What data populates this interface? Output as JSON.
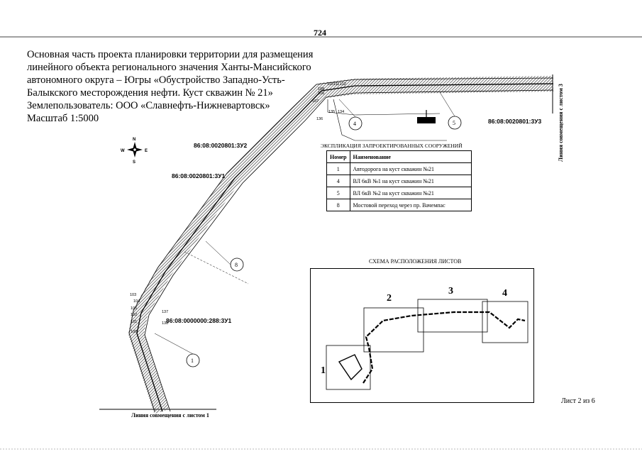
{
  "page_number": "724",
  "title_lines": [
    "Основная часть проекта планировки территории для размещения",
    "линейного объекта регионального значения Ханты-Мансийского",
    "автономного округа – Югры «Обустройство Западно-Усть-",
    "Балыкского месторождения нефти. Куст скважин № 21»",
    "Землепользователь: ООО «Славнефть-Нижневартовск»",
    "Масштаб 1:5000"
  ],
  "cadastral_labels": [
    "86:08:0020801:3У2",
    "86:08:0020801:3У1",
    "86:08:0000000:288:3У1",
    "86:08:0020801:3У3"
  ],
  "legend": {
    "caption": "ЭКСПЛИКАЦИЯ ЗАПРОЕКТИРОВАННЫХ СООРУЖЕНИЙ",
    "headers": [
      "Номер",
      "Наименование"
    ],
    "rows": [
      {
        "num": "1",
        "name": "Автодорога на куст скважин №21"
      },
      {
        "num": "4",
        "name": "ВЛ 6кВ №1 на куст скважин №21"
      },
      {
        "num": "5",
        "name": "ВЛ 6кВ №2 на куст скважин №21"
      },
      {
        "num": "8",
        "name": "Мостовой переход через пр. Вачемпас"
      }
    ]
  },
  "callouts": [
    "1",
    "4",
    "5",
    "8"
  ],
  "scheme": {
    "title": "СХЕМА РАСПОЛОЖЕНИЯ ЛИСТОВ",
    "sheets": [
      "1",
      "2",
      "3",
      "4"
    ]
  },
  "compass": {
    "n": "N",
    "s": "S",
    "w": "W",
    "e": "E"
  },
  "sheet_label": "Лист 2 из 6",
  "bottom_caption": "Линия совмещения с листом 1",
  "right_caption": "Линия совмещения с листом 3",
  "points": [
    "110",
    "111",
    "112",
    "108",
    "107",
    "106",
    "135",
    "134",
    "136",
    "103",
    "104",
    "105",
    "102",
    "101",
    "100",
    "137",
    "138"
  ],
  "colors": {
    "hatch": "#555555",
    "line": "#000000"
  }
}
